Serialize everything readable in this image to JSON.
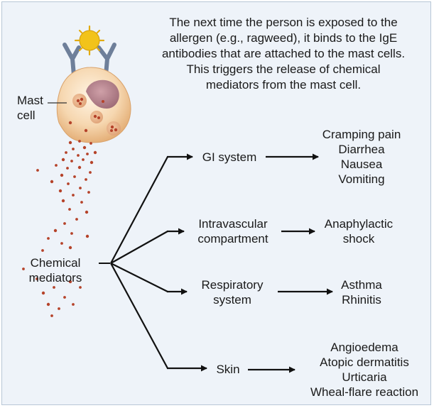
{
  "intro_lines": [
    "The next time the person is exposed to the",
    "allergen (e.g., ragweed), it binds to the IgE",
    "antibodies that are attached to the mast cells.",
    "This triggers the release of chemical",
    "mediators from the mast cell."
  ],
  "mast_cell_label": [
    "Mast",
    "cell"
  ],
  "chemical_mediators_label": [
    "Chemical",
    "mediators"
  ],
  "branches": [
    {
      "system": [
        "GI system"
      ],
      "effects": [
        "Cramping pain",
        "Diarrhea",
        "Nausea",
        "Vomiting"
      ]
    },
    {
      "system": [
        "Intravascular",
        "compartment"
      ],
      "effects": [
        "Anaphylactic",
        "shock"
      ]
    },
    {
      "system": [
        "Respiratory",
        "system"
      ],
      "effects": [
        "Asthma",
        "Rhinitis"
      ]
    },
    {
      "system": [
        "Skin"
      ],
      "effects": [
        "Angioedema",
        "Atopic dermatitis",
        "Urticaria",
        "Wheal-flare reaction"
      ]
    }
  ],
  "colors": {
    "background": "#eef3f9",
    "cell_body": "#f6d7b0",
    "nucleus": "#b07c86",
    "granule": "#b5432a",
    "antibody": "#6e7f9a",
    "allergen": "#f2c31a"
  }
}
